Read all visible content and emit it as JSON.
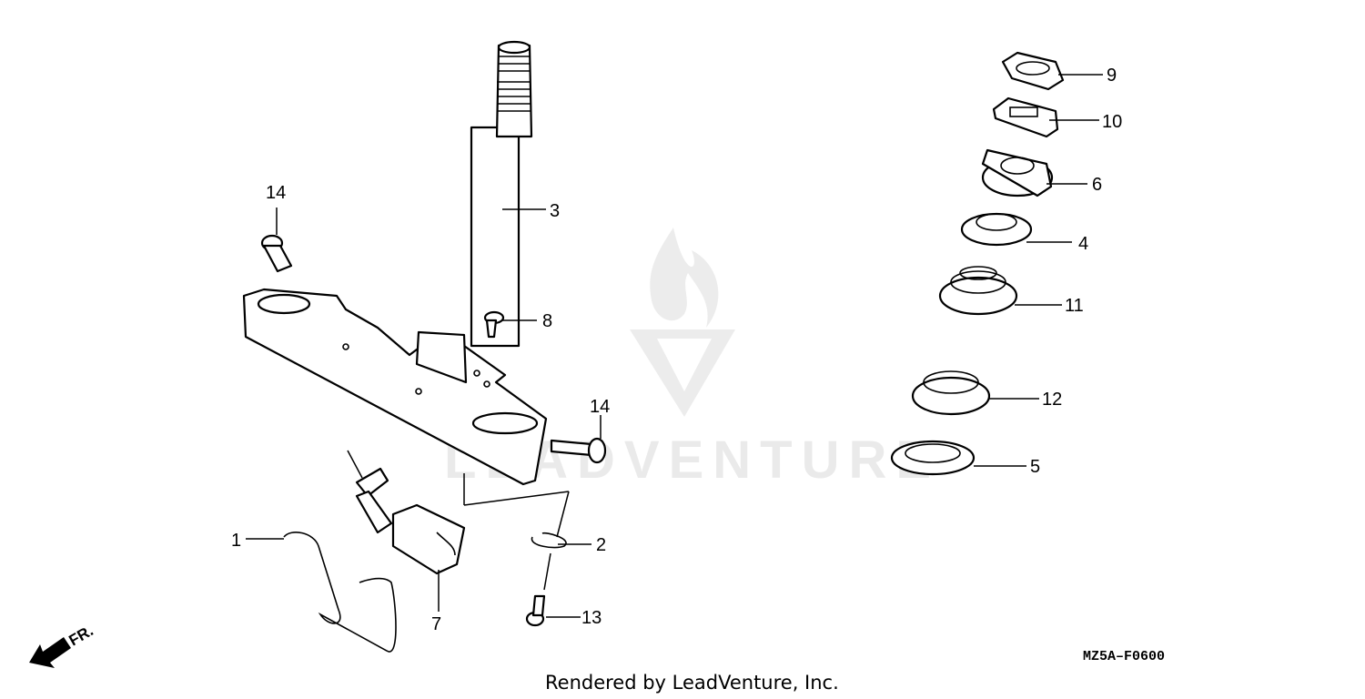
{
  "watermark": {
    "text": "LEADVENTURE"
  },
  "callouts": [
    {
      "id": "c1",
      "label": "1"
    },
    {
      "id": "c2",
      "label": "2"
    },
    {
      "id": "c3",
      "label": "3"
    },
    {
      "id": "c4",
      "label": "4"
    },
    {
      "id": "c5",
      "label": "5"
    },
    {
      "id": "c6",
      "label": "6"
    },
    {
      "id": "c7",
      "label": "7"
    },
    {
      "id": "c8",
      "label": "8"
    },
    {
      "id": "c9",
      "label": "9"
    },
    {
      "id": "c10",
      "label": "10"
    },
    {
      "id": "c11",
      "label": "11"
    },
    {
      "id": "c12",
      "label": "12"
    },
    {
      "id": "c13",
      "label": "13"
    },
    {
      "id": "c14a",
      "label": "14"
    },
    {
      "id": "c14b",
      "label": "14"
    }
  ],
  "front_indicator": "FR.",
  "diagram_code": "MZ5A–F0600",
  "footer": "Rendered by LeadVenture, Inc."
}
